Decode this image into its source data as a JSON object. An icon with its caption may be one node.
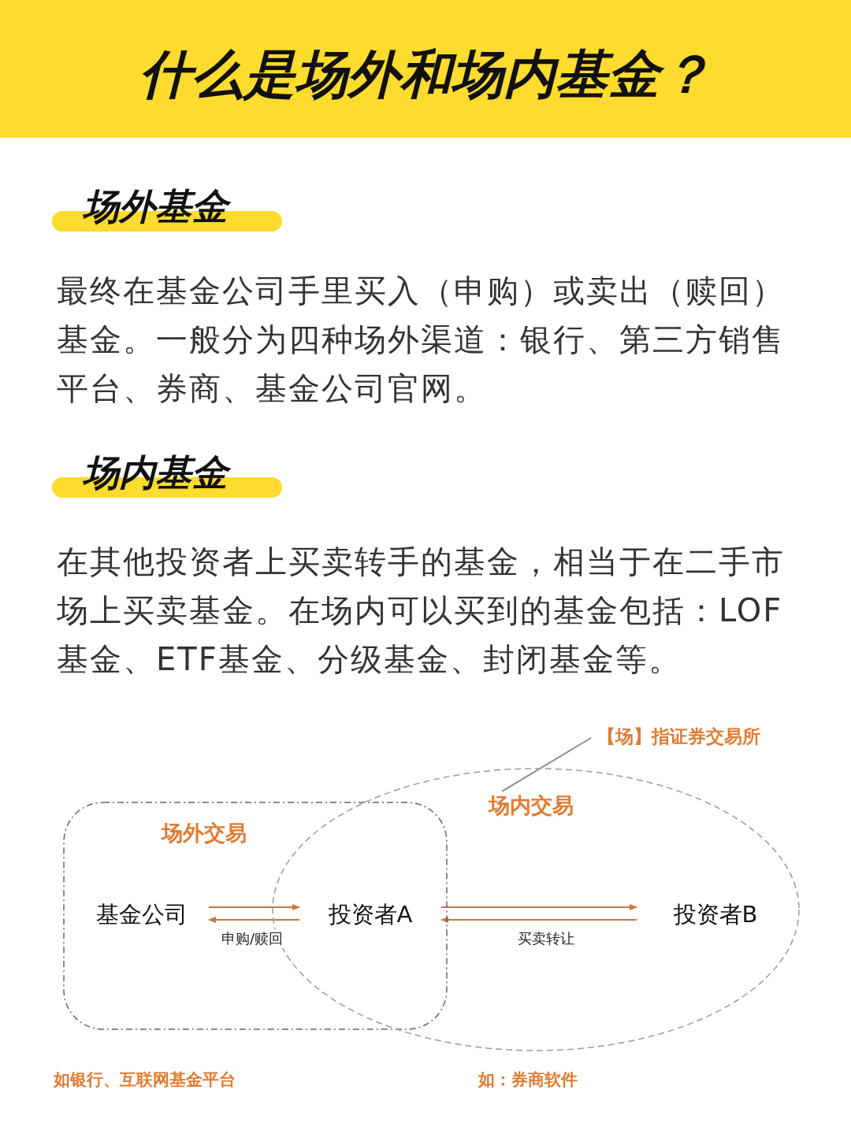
{
  "diagram": {
    "title": "什么是场外和场内基金？",
    "nodes": [
      {
        "text": [
          "场外交易"
        ]
      },
      {
        "text": [
          "场内交易"
        ]
      },
      {
        "text": [
          "基金公司"
        ],
        "in": 0
      },
      {
        "text": [
          "投资者A"
        ]
      },
      {
        "text": [
          "投资者B"
        ],
        "in": 1
      },
      {
        "text": [
          "【场】指证券交易所"
        ]
      }
    ],
    "edges": [
      {
        "from": 2,
        "to": 3,
        "arrow": "to"
      },
      {
        "from": 3,
        "to": 2,
        "arrow": "to",
        "label": "申购/赎回"
      },
      {
        "from": 3,
        "to": 4,
        "arrow": "to"
      },
      {
        "from": 4,
        "to": 3,
        "arrow": "to",
        "label": "买卖转让"
      },
      {
        "from": 5,
        "to": 1,
        "arrow": "none",
        "color": "#8c8c8c"
      }
    ],
    "labels": [
      "场外基金",
      "最终在基金公司手里买入（申购）或卖出（赎回）基金。一般分为四种场外渠道：银行、第三方销售平台、券商、基金公司官网。",
      "场内基金",
      "在其他投资者上买卖转手的基金，相当于在二手市场上买卖基金。在场内可以买到的基金包括：LOF基金、ETF基金、分级基金、封闭基金等。",
      "如银行、互联网基金平台",
      "如：券商软件"
    ]
  }
}
